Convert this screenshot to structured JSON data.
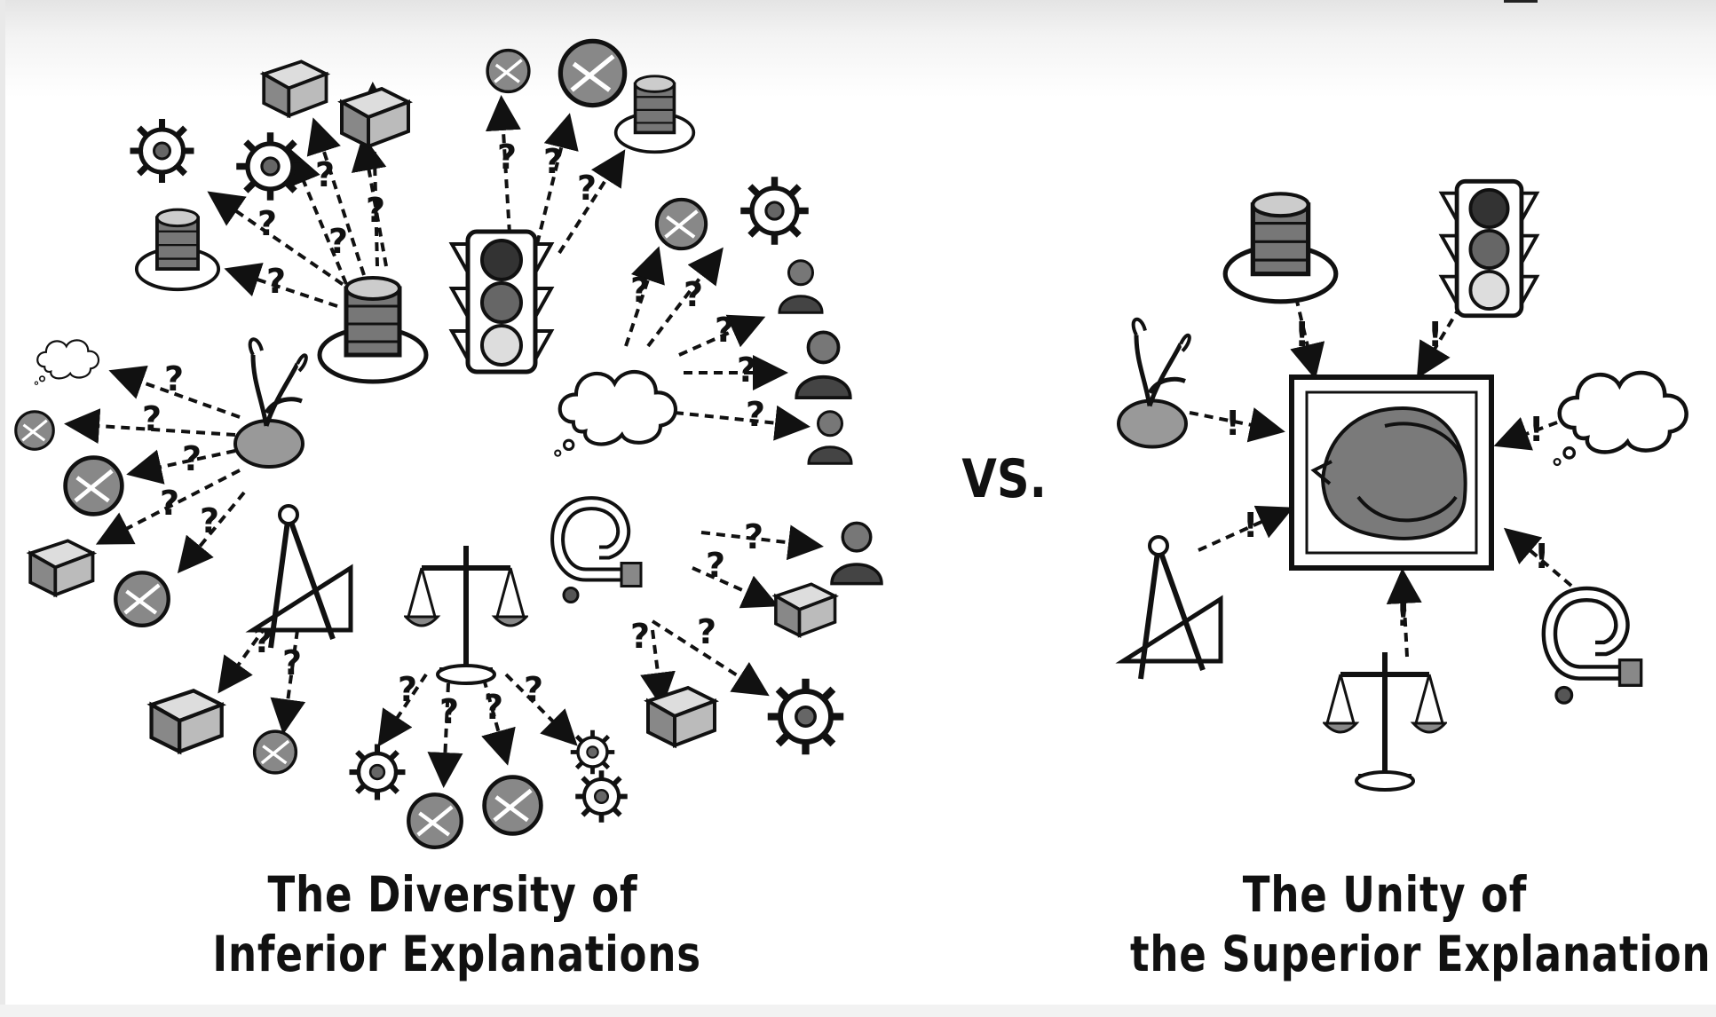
{
  "left_caption": {
    "line1": "The Diversity of",
    "line2": "Inferior Explanations"
  },
  "right_caption": {
    "line1": "The Unity of",
    "line2": "the Superior Explanation"
  },
  "vs_label": "VS.",
  "left_marker": "?",
  "right_marker": "!",
  "colors": {
    "ink": "#111111",
    "paper": "#ffffff",
    "shade": "#8a8a8a"
  }
}
